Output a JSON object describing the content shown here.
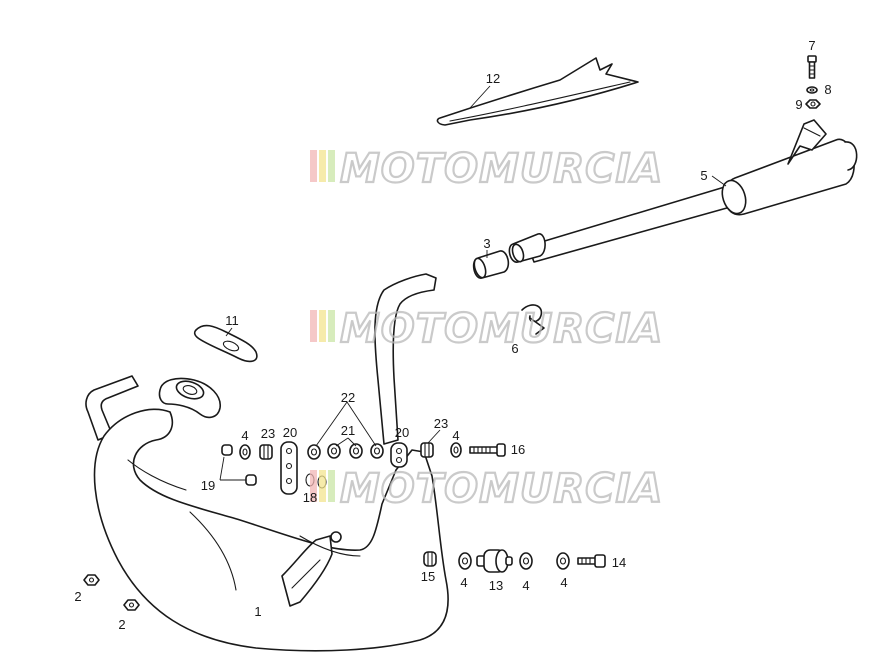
{
  "watermark": {
    "text": "MOTOMURCIA",
    "colors": [
      "#f2b6b6",
      "#f3e48f",
      "#c9e5a6",
      "#b9b9b9"
    ]
  },
  "callouts": [
    {
      "id": "c1",
      "text": "1"
    },
    {
      "id": "c2a",
      "text": "2"
    },
    {
      "id": "c2b",
      "text": "2"
    },
    {
      "id": "c3",
      "text": "3"
    },
    {
      "id": "c4a",
      "text": "4"
    },
    {
      "id": "c4b",
      "text": "4"
    },
    {
      "id": "c4c",
      "text": "4"
    },
    {
      "id": "c4d",
      "text": "4"
    },
    {
      "id": "c4e",
      "text": "4"
    },
    {
      "id": "c5",
      "text": "5"
    },
    {
      "id": "c6",
      "text": "6"
    },
    {
      "id": "c7",
      "text": "7"
    },
    {
      "id": "c8",
      "text": "8"
    },
    {
      "id": "c9",
      "text": "9"
    },
    {
      "id": "c11",
      "text": "11"
    },
    {
      "id": "c12",
      "text": "12"
    },
    {
      "id": "c13",
      "text": "13"
    },
    {
      "id": "c14",
      "text": "14"
    },
    {
      "id": "c15",
      "text": "15"
    },
    {
      "id": "c16",
      "text": "16"
    },
    {
      "id": "c18",
      "text": "18"
    },
    {
      "id": "c19",
      "text": "19"
    },
    {
      "id": "c20a",
      "text": "20"
    },
    {
      "id": "c20b",
      "text": "20"
    },
    {
      "id": "c21",
      "text": "21"
    },
    {
      "id": "c22",
      "text": "22"
    },
    {
      "id": "c23a",
      "text": "23"
    },
    {
      "id": "c23b",
      "text": "23"
    }
  ]
}
